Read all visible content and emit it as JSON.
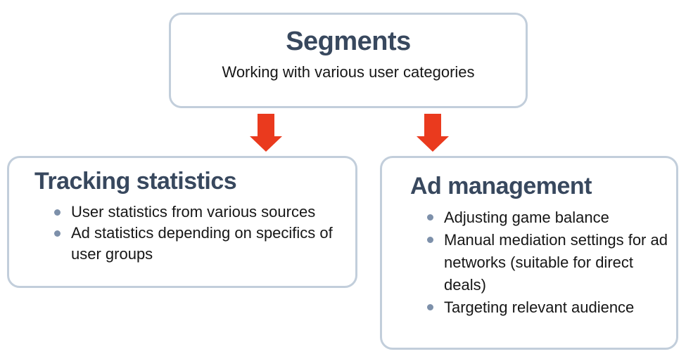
{
  "root": {
    "title": "Segments",
    "subtitle": "Working with various user categories"
  },
  "children": [
    {
      "title": "Tracking statistics",
      "bullets": [
        "User statistics from various sources",
        "Ad statistics depending on specifics of user groups"
      ]
    },
    {
      "title": "Ad management",
      "bullets": [
        "Adjusting game balance",
        "Manual mediation settings for ad networks (suitable for direct deals)",
        "Targeting relevant audience"
      ]
    }
  ],
  "colors": {
    "heading": "#38485e",
    "body": "#161616",
    "border": "#c2cedb",
    "bullet": "#7d90aa",
    "arrow": "#ea3a1e",
    "background": "#ffffff"
  }
}
